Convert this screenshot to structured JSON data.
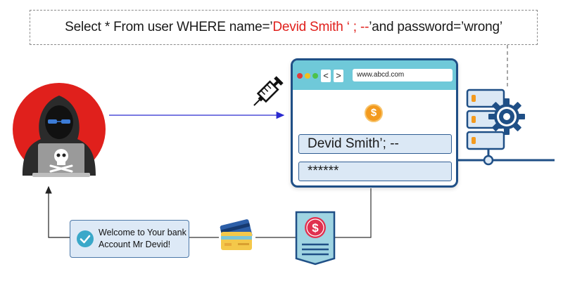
{
  "query": {
    "part1": "Select * From user WHERE name=’",
    "part2": "Devid Smith ‘ ; --",
    "part3": "’and password=’wrong’"
  },
  "browser": {
    "url": "www.abcd.com",
    "back_label": "<",
    "forward_label": ">",
    "currency_symbol": "$",
    "username_value": "Devid Smith’; --",
    "password_value": "******"
  },
  "message": {
    "line1": "Welcome to Your bank",
    "line2": "Account Mr Devid!"
  },
  "colors": {
    "accent_red": "#e0201c",
    "flow_blue": "#2a2ad0",
    "navy": "#1f4f86",
    "sky": "#6fc9d9"
  },
  "icons": [
    "hacker-icon",
    "syringe-icon",
    "server-icon",
    "gear-icon",
    "credit-card-icon",
    "document-dollar-icon",
    "check-icon"
  ]
}
